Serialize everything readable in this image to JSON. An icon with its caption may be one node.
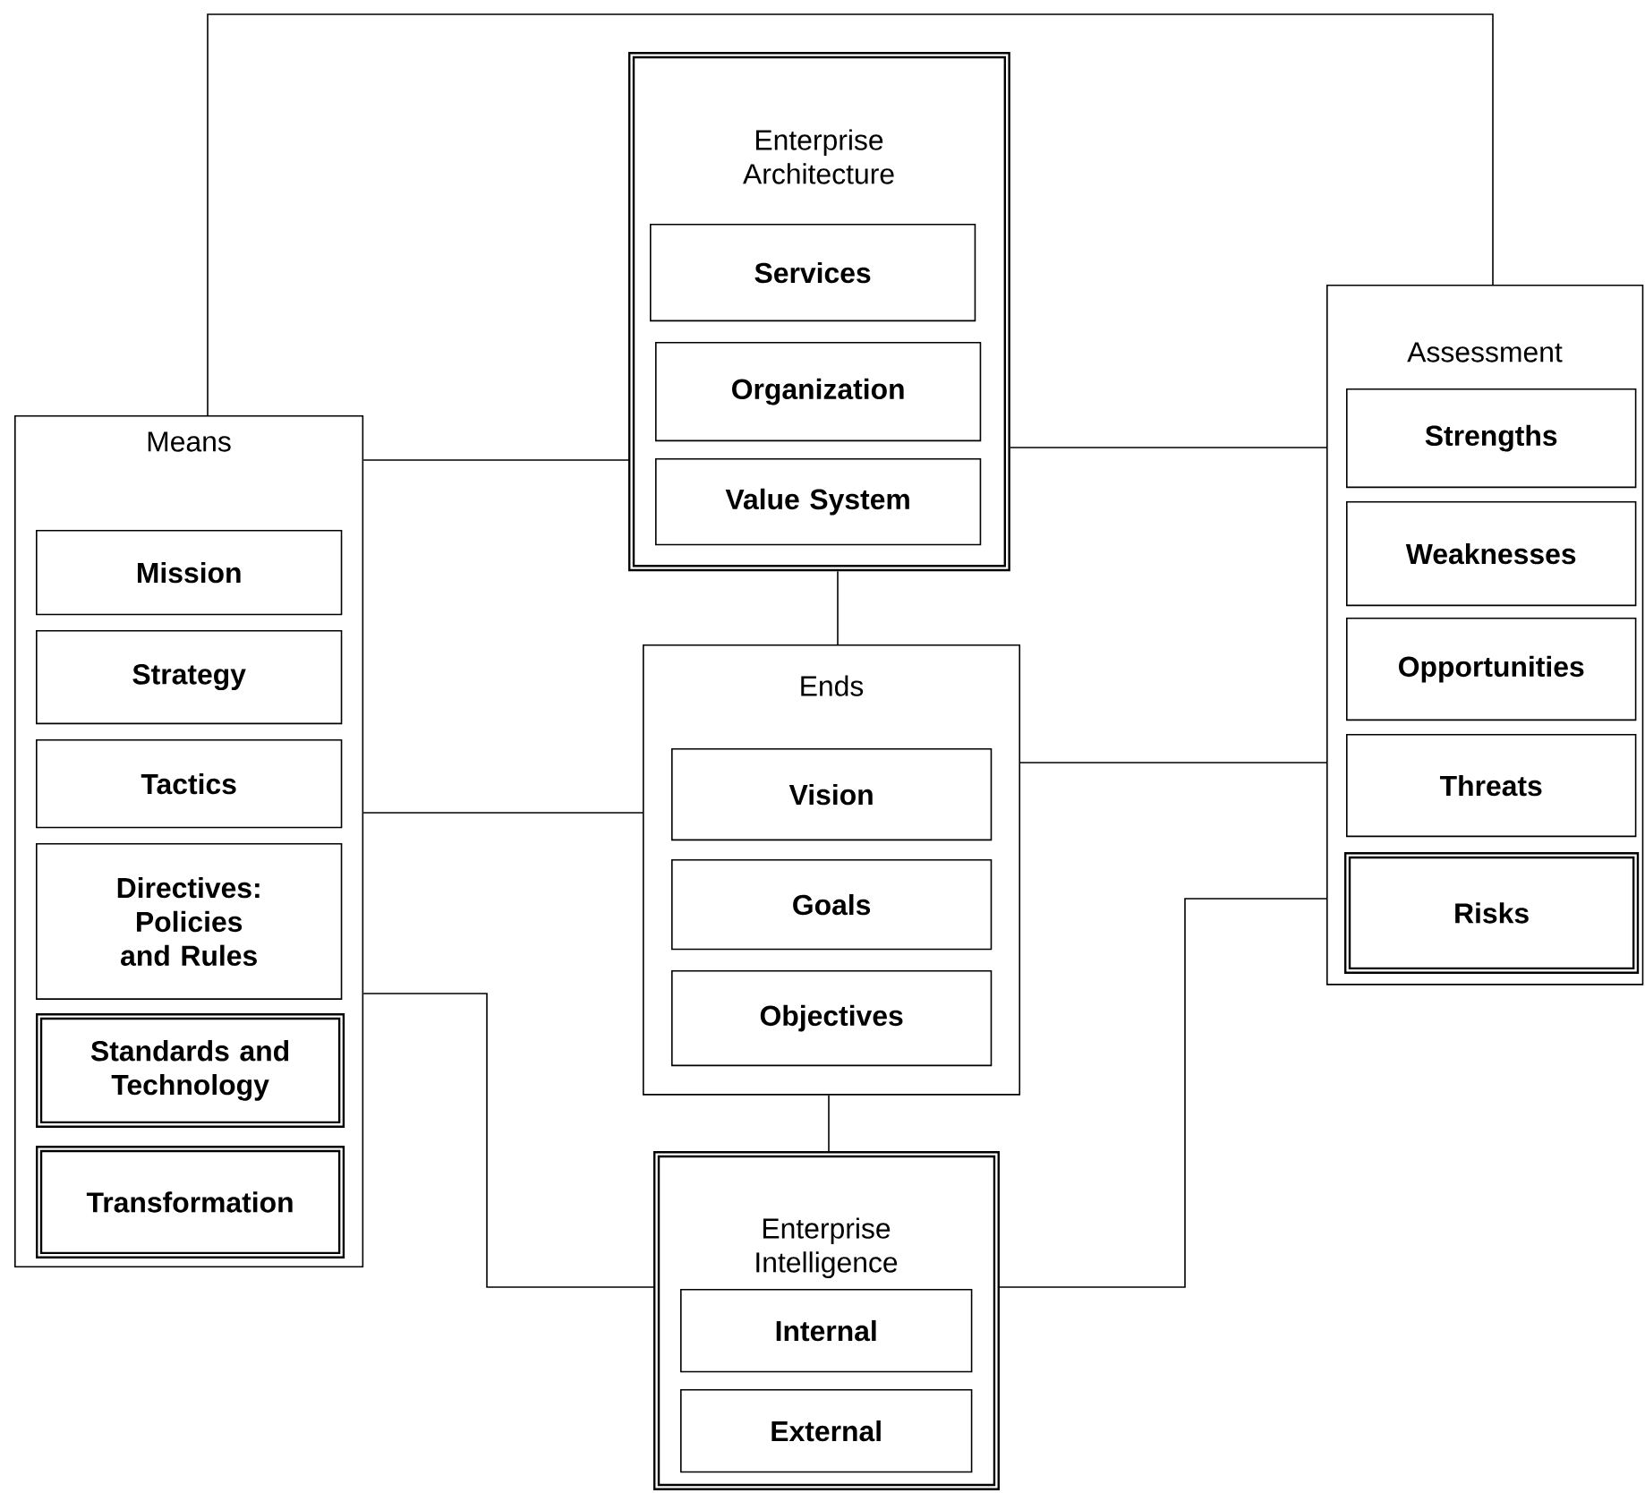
{
  "diagram": {
    "nodes": [
      {
        "text": [
          "Enterprise Architecture"
        ]
      },
      {
        "text": [
          "Services"
        ],
        "in": 0
      },
      {
        "text": [
          "Organization"
        ],
        "in": 0
      },
      {
        "text": [
          "Value System"
        ],
        "in": 0
      },
      {
        "text": [
          "Means"
        ]
      },
      {
        "text": [
          "Mission"
        ],
        "in": 4
      },
      {
        "text": [
          "Strategy"
        ],
        "in": 4
      },
      {
        "text": [
          "Tactics"
        ],
        "in": 4
      },
      {
        "text": [
          "Directives: Policies and Rules"
        ],
        "in": 4
      },
      {
        "text": [
          "Standards and Technology"
        ],
        "in": 4
      },
      {
        "text": [
          "Transformation"
        ],
        "in": 4
      },
      {
        "text": [
          "Ends"
        ]
      },
      {
        "text": [
          "Vision"
        ],
        "in": 11
      },
      {
        "text": [
          "Goals"
        ],
        "in": 11
      },
      {
        "text": [
          "Objectives"
        ],
        "in": 11
      },
      {
        "text": [
          "Assessment"
        ]
      },
      {
        "text": [
          "Strengths"
        ],
        "in": 15
      },
      {
        "text": [
          "Weaknesses"
        ],
        "in": 15
      },
      {
        "text": [
          "Opportunities"
        ],
        "in": 15
      },
      {
        "text": [
          "Threats"
        ],
        "in": 15
      },
      {
        "text": [
          "Risks"
        ],
        "in": 15
      },
      {
        "text": [
          "Enterprise Intelligence"
        ]
      },
      {
        "text": [
          "Internal"
        ],
        "in": 21
      },
      {
        "text": [
          "External"
        ],
        "in": 21
      }
    ],
    "edges": [
      {
        "from": 4,
        "to": 15,
        "arrow": "none"
      },
      {
        "from": 4,
        "to": 0,
        "arrow": "none"
      },
      {
        "from": 0,
        "to": 15,
        "arrow": "none"
      },
      {
        "from": 0,
        "to": 11,
        "arrow": "none"
      },
      {
        "from": 4,
        "to": 11,
        "arrow": "none"
      },
      {
        "from": 11,
        "to": 15,
        "arrow": "none"
      },
      {
        "from": 11,
        "to": 21,
        "arrow": "none"
      },
      {
        "from": 4,
        "to": 21,
        "arrow": "none"
      },
      {
        "from": 15,
        "to": 21,
        "arrow": "none"
      }
    ]
  }
}
